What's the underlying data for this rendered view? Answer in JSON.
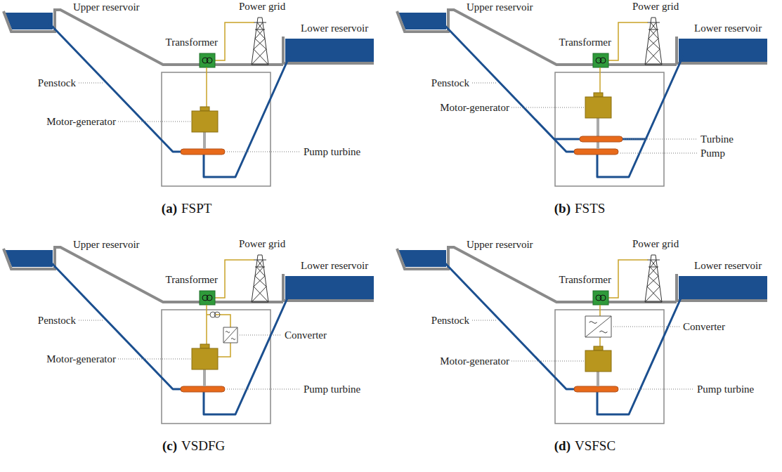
{
  "diagram": {
    "labels": [
      "Upper reservoir",
      "Power grid",
      "Transformer",
      "Lower reservoir",
      "Penstock",
      "Motor-generator",
      "Pump turbine",
      "(a)",
      "FSPT",
      "Upper reservoir",
      "Power grid",
      "Transformer",
      "Lower reservoir",
      "Penstock",
      "Motor-generator",
      "Turbine",
      "Pump",
      "(b)",
      "FSTS",
      "Upper reservoir",
      "Power grid",
      "Transformer",
      "Lower reservoir",
      "Penstock",
      "Converter",
      "Motor-generator",
      "Pump turbine",
      "(c)",
      "VSDFG",
      "Upper reservoir",
      "Power grid",
      "Transformer",
      "Lower reservoir",
      "Penstock",
      "Converter",
      "Motor-generator",
      "Pump turbine",
      "(d)",
      "VSFSC"
    ]
  }
}
